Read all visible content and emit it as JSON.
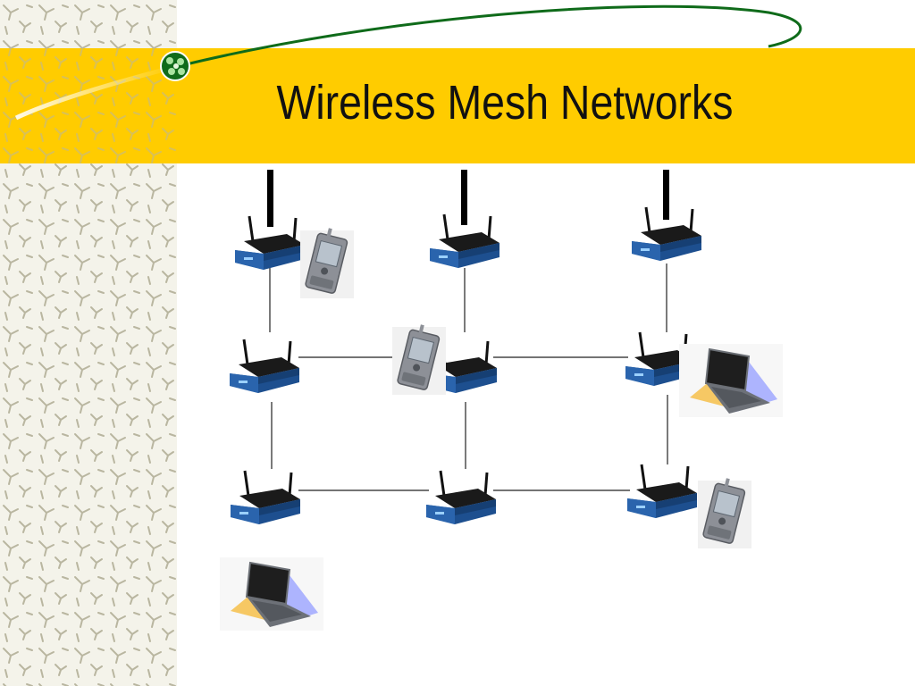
{
  "slide": {
    "title": "Wireless Mesh Networks"
  },
  "colors": {
    "title_band": "#ffcc00",
    "swoosh": "#0f6b1a",
    "router_body": "#1d4f8f",
    "router_top": "#1a1a1a",
    "link_line": "#222222"
  },
  "diagram": {
    "nodes": [
      {
        "id": "r1",
        "type": "router",
        "row": 1,
        "col": 1,
        "antenna_uplink": true
      },
      {
        "id": "r2",
        "type": "router",
        "row": 1,
        "col": 2,
        "antenna_uplink": true
      },
      {
        "id": "r3",
        "type": "router",
        "row": 1,
        "col": 3,
        "antenna_uplink": true
      },
      {
        "id": "r4",
        "type": "router",
        "row": 2,
        "col": 1
      },
      {
        "id": "r5",
        "type": "router",
        "row": 2,
        "col": 2
      },
      {
        "id": "r6",
        "type": "router",
        "row": 2,
        "col": 3
      },
      {
        "id": "r7",
        "type": "router",
        "row": 3,
        "col": 1
      },
      {
        "id": "r8",
        "type": "router",
        "row": 3,
        "col": 2
      },
      {
        "id": "r9",
        "type": "router",
        "row": 3,
        "col": 3
      },
      {
        "id": "p1",
        "type": "pda-phone",
        "near": "r1"
      },
      {
        "id": "p2",
        "type": "pda-phone",
        "near": "r5"
      },
      {
        "id": "p3",
        "type": "pda-phone",
        "near": "r9"
      },
      {
        "id": "l1",
        "type": "laptop",
        "near": "r6"
      },
      {
        "id": "l2",
        "type": "laptop",
        "near": "r7"
      }
    ],
    "links": [
      [
        "r1",
        "r4"
      ],
      [
        "r2",
        "r5"
      ],
      [
        "r3",
        "r6"
      ],
      [
        "r4",
        "r7"
      ],
      [
        "r5",
        "r8"
      ],
      [
        "r6",
        "r9"
      ],
      [
        "r4",
        "r5"
      ],
      [
        "r5",
        "r6"
      ],
      [
        "r7",
        "r8"
      ],
      [
        "r8",
        "r9"
      ]
    ]
  }
}
